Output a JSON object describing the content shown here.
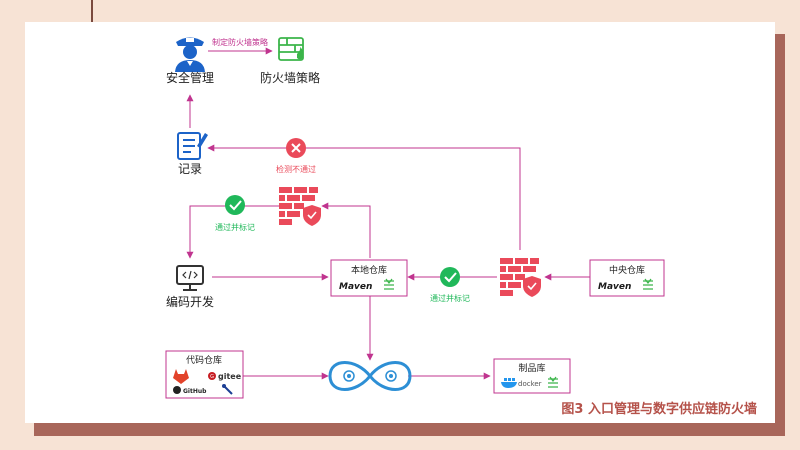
{
  "nodes": {
    "security_mgmt": "安全管理",
    "firewall_policy": "防火墙策略",
    "record": "记录",
    "dev": "编码开发",
    "local_repo": "本地仓库",
    "central_repo": "中央仓库",
    "code_repo": "代码仓库",
    "artifact_repo": "制品库"
  },
  "edges": {
    "make_policy": "制定防火墙策略",
    "check_fail": "检测不通过",
    "pass_mark_left": "通过并标记",
    "pass_mark_right": "通过并标记"
  },
  "brands": {
    "maven": "Maven",
    "gitee": "gitee",
    "github": "GitHub",
    "docker": "docker"
  },
  "caption": "图3 入口管理与数字供应链防火墙",
  "colors": {
    "arrow": "#c0348f",
    "pass": "#20b85a",
    "fail": "#ea4a5a",
    "firewall": "#ea4a5a",
    "icon_blue": "#1c63c8",
    "caption": "#b5524a"
  }
}
